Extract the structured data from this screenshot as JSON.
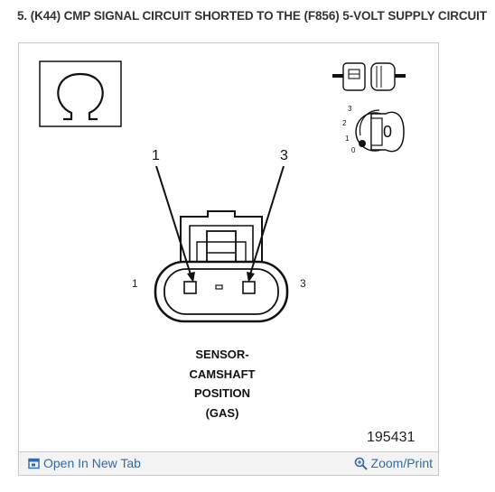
{
  "page": {
    "heading": "5. (K44) CMP SIGNAL CIRCUIT SHORTED TO THE (F856) 5-VOLT SUPPLY CIRCUIT"
  },
  "figure": {
    "callout_pin_left": "1",
    "callout_pin_right": "3",
    "pin_label_left": "1",
    "pin_label_right": "3",
    "sensor_label_lines": [
      "SENSOR-",
      "CAMSHAFT",
      "POSITION",
      "(GAS)"
    ],
    "figure_number": "195431",
    "key_positions": [
      "3",
      "2",
      "1",
      "0"
    ],
    "key_symbol": "0",
    "icons": {
      "meter": "ohm-symbol-icon",
      "connector": "disconnected-connector-icon",
      "ignition": "ignition-key-icon"
    }
  },
  "toolbar": {
    "open_label": "Open In New Tab",
    "zoom_label": "Zoom/Print",
    "link_color": "#2b6cb0"
  }
}
